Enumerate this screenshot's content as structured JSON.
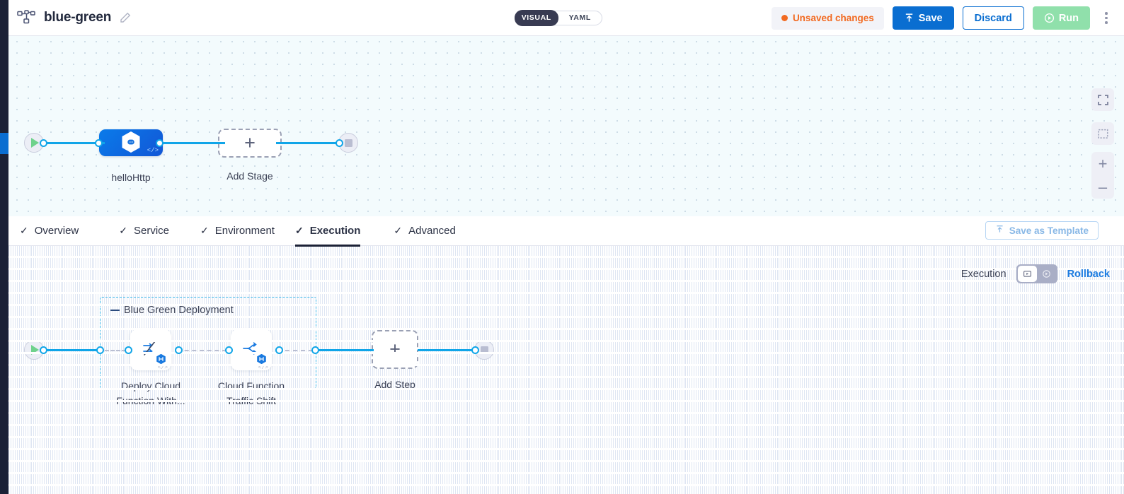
{
  "header": {
    "pipeline_icon": "pipeline-icon",
    "title": "blue-green",
    "edit_icon": "pencil-icon",
    "mode_toggle": {
      "visual": "VISUAL",
      "yaml": "YAML",
      "selected": "VISUAL"
    },
    "unsaved_label": "Unsaved changes",
    "save_label": "Save",
    "discard_label": "Discard",
    "run_label": "Run",
    "menu_icon": "kebab-menu-icon"
  },
  "colors": {
    "accent_blue": "#0a6ed1",
    "edge_blue": "#10a5e8",
    "run_green": "#90e0ab",
    "unsaved_orange": "#f26a21",
    "group_dashed": "#38b6ea",
    "rail_dark": "#1b2136"
  },
  "pipeline_canvas": {
    "start_node": "start-node",
    "end_node": "end-node",
    "stages": [
      {
        "label": "helloHttp",
        "icon": "cloud-function-hex-icon",
        "code_glyph": "</>"
      }
    ],
    "add_stage_label": "Add Stage",
    "add_stage_plus": "+",
    "controls": {
      "expand": "expand-icon",
      "fit": "fit-to-screen-icon",
      "zoom_in": "+",
      "zoom_out": "–"
    }
  },
  "tabs": {
    "check_glyph": "✓",
    "items": [
      {
        "label": "Overview",
        "active": false
      },
      {
        "label": "Service",
        "active": false
      },
      {
        "label": "Environment",
        "active": false
      },
      {
        "label": "Execution",
        "active": true
      },
      {
        "label": "Advanced",
        "active": false
      }
    ],
    "save_as_template_label": "Save as Template"
  },
  "execution": {
    "toolbar": {
      "label": "Execution",
      "segment_one_icon": "execution-icon",
      "segment_two_icon": "rollback-icon",
      "selected_segment": "execution-icon",
      "rollback_label": "Rollback"
    },
    "group": {
      "title": "Blue Green Deployment",
      "steps": [
        {
          "label_line1": "Deploy Cloud",
          "label_line2": "Function With...",
          "icon": "deploy-cloud-function-icon",
          "badge": "harness-step-badge",
          "code_glyph": "</>"
        },
        {
          "label_line1": "Cloud Function",
          "label_line2": "Traffic Shift",
          "icon": "traffic-shift-icon",
          "badge": "harness-step-badge",
          "code_glyph": "</>"
        }
      ]
    },
    "add_step_label": "Add Step",
    "add_step_plus": "+",
    "start_node": "start-node",
    "end_node": "end-node"
  }
}
